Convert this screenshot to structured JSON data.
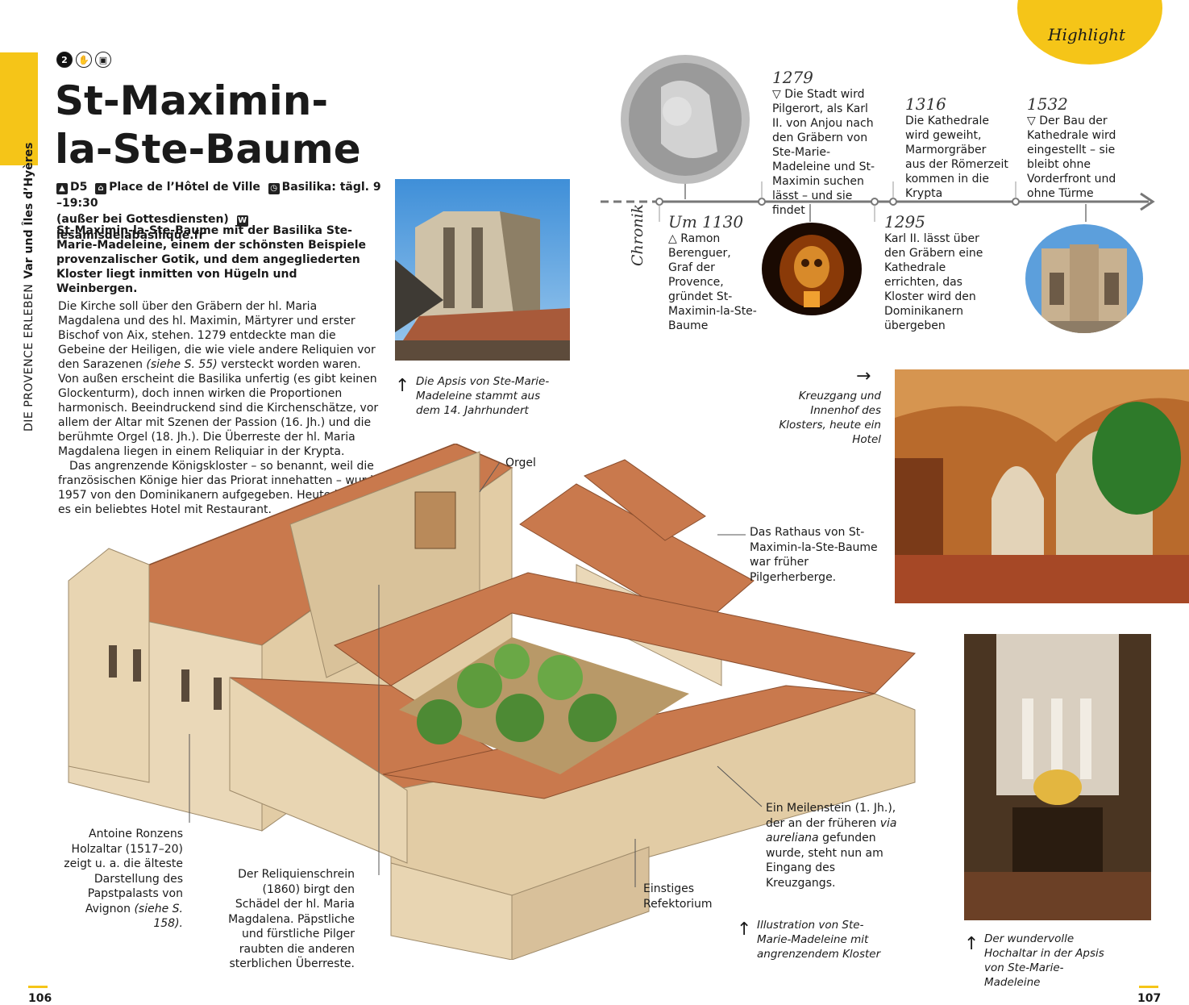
{
  "sidebar": {
    "section_light": "DIE PROVENCE ERLEBEN",
    "section_bold": "Var und Îles d’Hyères"
  },
  "header": {
    "number": "2",
    "title_line1": "St-Maximin-",
    "title_line2": "la-Ste-Baume"
  },
  "info": {
    "grid": "D5",
    "address": "Place de l’Hôtel de Ville",
    "hours": "Basilika: tägl. 9 –19:30",
    "hours_note": "(außer bei Gottesdiensten)",
    "web": "lesamisdelabasilique.fr"
  },
  "intro": "St-Maximin-la-Ste-Baume mit der Basilika Ste-Marie-Madeleine, einem der schönsten Beispiele provenzalischer Gotik, und dem angegliederten Kloster liegt inmitten von Hügeln und Weinbergen.",
  "body": {
    "p1_a": "Die Kirche soll über den Gräbern der hl. Maria Magdalena und des hl. Maximin, Märtyrer und erster Bischof von Aix, stehen. 1279 entdeckte man die Gebeine der Heiligen, die wie viele andere Reliquien vor den Sarazenen ",
    "p1_ref": "(siehe S. 55)",
    "p1_b": " versteckt worden waren. Von außen erscheint die Basilika unfertig (es gibt keinen Glockenturm), doch innen wirken die Proportionen harmonisch. Beeindruckend sind die Kirchenschätze, vor allem der Altar mit Szenen der Passion (16. Jh.) und die berühmte Orgel (18. Jh.). Die Überreste der hl. Maria Magdalena liegen in einem Reliquiar in der Krypta.",
    "p2_line1": "Das angrenzende Königskloster – so benannt, weil die",
    "p2_line2": "französischen Könige hier das Priorat innehatten – wurde",
    "p2_line3": "1957 von den Dominikanern aufgegeben. Heute ist",
    "p2_line4": "es ein beliebtes Hotel mit Restaurant."
  },
  "highlight": "Highlight",
  "timeline": {
    "label": "Chronik",
    "entries": [
      {
        "year": "Um 1130",
        "text": "Ramon Berenguer, Graf der Provence, gründet St-Maximin-la-Ste-Baume"
      },
      {
        "year": "1279",
        "text": "Die Stadt wird Pilgerort, als Karl II. von Anjou nach den Gräbern von Ste-Marie-Madeleine und St-Maximin suchen lässt – und sie findet"
      },
      {
        "year": "1295",
        "text": "Karl II. lässt über den Gräbern eine Kathedrale errichten, das Kloster wird den Dominikanern übergeben"
      },
      {
        "year": "1316",
        "text": "Die Kathedrale wird geweiht, Marmorgräber aus der Römerzeit kommen in die Krypta"
      },
      {
        "year": "1532",
        "text": "Der Bau der Kathedrale wird eingestellt – sie bleibt ohne Vorderfront und ohne Türme"
      }
    ]
  },
  "captions": {
    "apsis": "Die Apsis von Ste-Marie-Madeleine stammt aus dem 14. Jahrhundert",
    "cloister": "Kreuzgang und Innenhof des Klosters, heute ein Hotel",
    "illustration": "Illustration von Ste-Marie-Madeleine mit angrenzendem Kloster",
    "altar": "Der wundervolle Hochaltar in der Apsis von Ste-Marie-Madeleine"
  },
  "labels": {
    "orgel": "Orgel",
    "rathaus": "Das Rathaus von St-Maximin-la-Ste-Baume war früher Pilgerherberge.",
    "ronzens_text": "Antoine Ronzens Holzaltar (1517–20) zeigt u. a. die älteste Darstellung des Papstpalasts von Avignon ",
    "ronzens_ref": "(siehe S. 158).",
    "reliquien": "Der Reliquienschrein (1860) birgt den Schädel der hl. Maria Magdalena. Päpstliche und fürstliche Pilger raubten die anderen sterblichen Überreste.",
    "refektorium": "Einstiges Refektorium",
    "meilenstein_a": "Ein Meilenstein (1. Jh.), der an der früheren ",
    "meilenstein_via": "via aureliana",
    "meilenstein_b": " gefunden wurde, steht nun am Eingang des Kreuzgangs."
  },
  "pages": {
    "left": "106",
    "right": "107"
  },
  "colors": {
    "accent": "#f5c518",
    "roof": "#c9794d",
    "stone": "#ead8b8"
  }
}
